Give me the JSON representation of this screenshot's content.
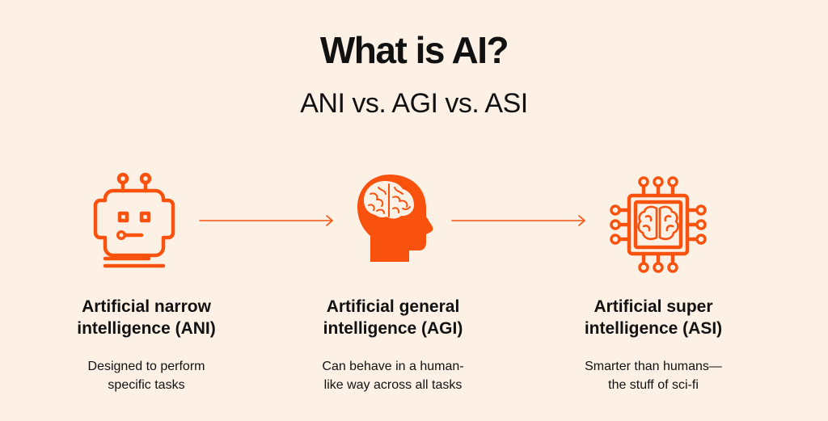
{
  "heading": {
    "title": "What is AI?",
    "subtitle": "ANI vs. AGI vs. ASI"
  },
  "accent_color": "#f9520f",
  "nodes": [
    {
      "icon": "robot-icon",
      "title_line1": "Artificial narrow",
      "title_line2": "intelligence (ANI)",
      "desc_line1": "Designed to perform",
      "desc_line2": "specific tasks"
    },
    {
      "icon": "human-head-brain-icon",
      "title_line1": "Artificial general",
      "title_line2": "intelligence (AGI)",
      "desc_line1": "Can behave in a human-",
      "desc_line2": "like way across all tasks"
    },
    {
      "icon": "brain-chip-icon",
      "title_line1": "Artificial super",
      "title_line2": "intelligence (ASI)",
      "desc_line1": "Smarter than humans—",
      "desc_line2": "the stuff of sci-fi"
    }
  ]
}
